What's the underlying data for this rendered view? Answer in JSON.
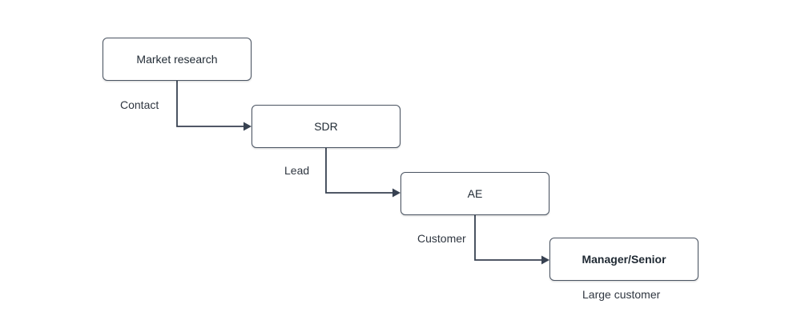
{
  "colors": {
    "background": "#ffffff",
    "node_border": "#4b5563",
    "connector": "#374151",
    "text": "#1f2933"
  },
  "nodes": [
    {
      "label": "Market research"
    },
    {
      "label": "SDR"
    },
    {
      "label": "AE"
    },
    {
      "label": "Manager/Senior"
    }
  ],
  "edges": [
    {
      "from": "Market research",
      "to": "SDR",
      "label": "Contact"
    },
    {
      "from": "SDR",
      "to": "AE",
      "label": "Lead"
    },
    {
      "from": "AE",
      "to": "Manager/Senior",
      "label": "Customer"
    }
  ],
  "annotations": {
    "final_note": "Large customer"
  }
}
